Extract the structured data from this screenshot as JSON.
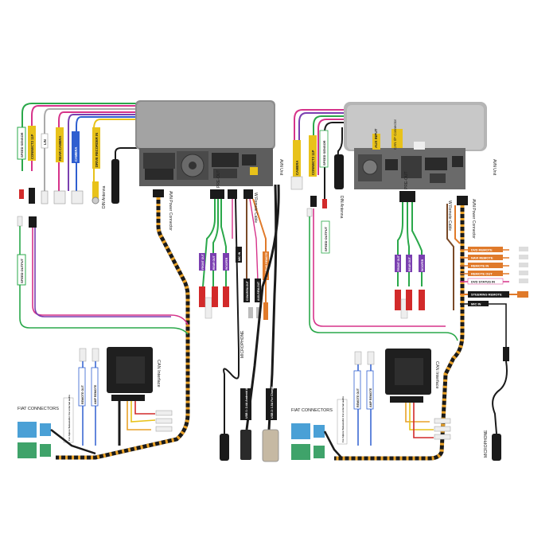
{
  "left": {
    "unit_label": "AVN Unit",
    "power_connector_label": "AVN Power Connector",
    "din_antenna_label": "DIN Antenna",
    "pre_out_label": "PRE-OUT",
    "remote_cable_label": "W Remote Cable",
    "mic_in": "MIC IN",
    "can_interface_label": "CAN Interface",
    "fiat_connectors_label": "FIAT CONNECTORS",
    "microphone_label": "MICROPHONE",
    "usb1_label": "USB 1: 2.4A Android Auto",
    "usb2_label": "USB 2: 1.5A For Charge",
    "vertical_tags": [
      {
        "text": "SPEED SENSOR"
      },
      {
        "text": "CONNECT2 11P"
      },
      {
        "text": "LIN"
      },
      {
        "text": "REAR CAMERA"
      },
      {
        "text": "CAMERA"
      },
      {
        "text": "DRIVE RECORDER IN"
      },
      {
        "text": "SPEED OUTPUT"
      },
      {
        "text": "REMOTE OUT"
      },
      {
        "text": "AMP REMOTE"
      },
      {
        "text": "For Alpine Subwoofer For external audio"
      }
    ],
    "rca_tags": [
      {
        "text": "FRONT OUT"
      },
      {
        "text": "REAR OUT"
      },
      {
        "text": "WOOFER"
      },
      {
        "text": "STEERING REMOTE"
      },
      {
        "text": "COM-REM-OUT"
      },
      {
        "text": "AUX-REM-OUT"
      }
    ]
  },
  "right": {
    "unit_label": "AVN Unit",
    "power_connector_label": "AVN Power Connector",
    "din_antenna_label": "DIN Antenna",
    "pre_out_label": "PRE-OUT",
    "remote_cable_label": "W Remote Cable",
    "can_interface_label": "CAN Interface",
    "fiat_connectors_label": "FIAT CONNECTORS",
    "microphone_label": "MICROPHONE",
    "can_if_tag": "CAN I/F Connector",
    "aux_input_tag": "AUX INPUT",
    "vertical_tags": [
      {
        "text": "CAMERA"
      },
      {
        "text": "CONNECT2 11P"
      },
      {
        "text": "SPEED SENSOR"
      },
      {
        "text": "SPEED OUTPUT"
      },
      {
        "text": "REMOTE OUT"
      },
      {
        "text": "AMP REMOTE"
      },
      {
        "text": "For Alpine Subwoofer For external audio"
      }
    ],
    "rca_tags": [
      {
        "text": "FRONT OUT"
      },
      {
        "text": "REAR OUT"
      },
      {
        "text": "WOOFER"
      }
    ],
    "remote_wires": [
      {
        "text": "DVD REMOTE"
      },
      {
        "text": "NAVI REMOTE"
      },
      {
        "text": "REMOTE IN"
      },
      {
        "text": "REMOTE OUT"
      },
      {
        "text": "DVD STATUS IN"
      },
      {
        "text": "STEERING REMOTE"
      },
      {
        "text": "MIC IN"
      }
    ]
  },
  "colors": {
    "unit_body": "#8d8d8d",
    "unit_dark": "#5d5d5d",
    "harness": "#1a1a1a",
    "harness_stripe": "#e8a128",
    "can_box": "#1f1f1f",
    "wire_green": "#2aa84a",
    "wire_pink": "#d6338a",
    "wire_purple": "#7a3fb0",
    "wire_blue": "#2f5fd0",
    "wire_orange": "#e07a2a",
    "wire_brown": "#7a4a28",
    "rca_red": "#d22a2a",
    "rca_white": "#eeeeee",
    "fiat_green": "#3fa36a",
    "fiat_blue": "#4aa0d6"
  }
}
